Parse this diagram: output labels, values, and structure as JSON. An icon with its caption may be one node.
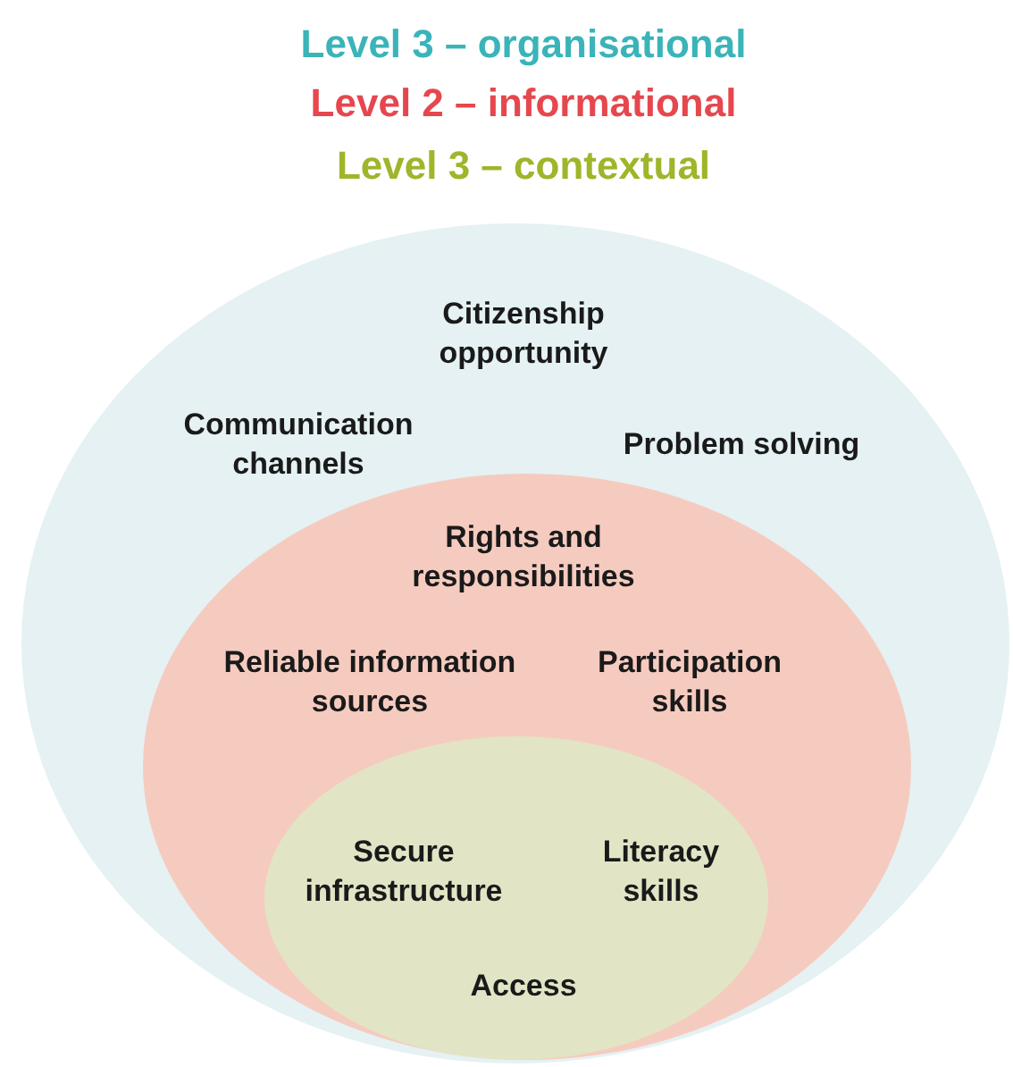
{
  "diagram": {
    "nodes": [
      {
        "text": [
          "Citizenship opportunity",
          "Communication channels",
          "Problem solving"
        ]
      },
      {
        "text": [
          "Rights and responsibilities",
          "Reliable information sources",
          "Participation skills"
        ],
        "in": 0
      },
      {
        "text": [
          "Secure infrastructure",
          "Literacy skills",
          "Access"
        ],
        "in": 1
      }
    ],
    "labels": [
      "Level 3 – organisational",
      "Level 2 – informational",
      "Level 3 – contextual"
    ]
  }
}
